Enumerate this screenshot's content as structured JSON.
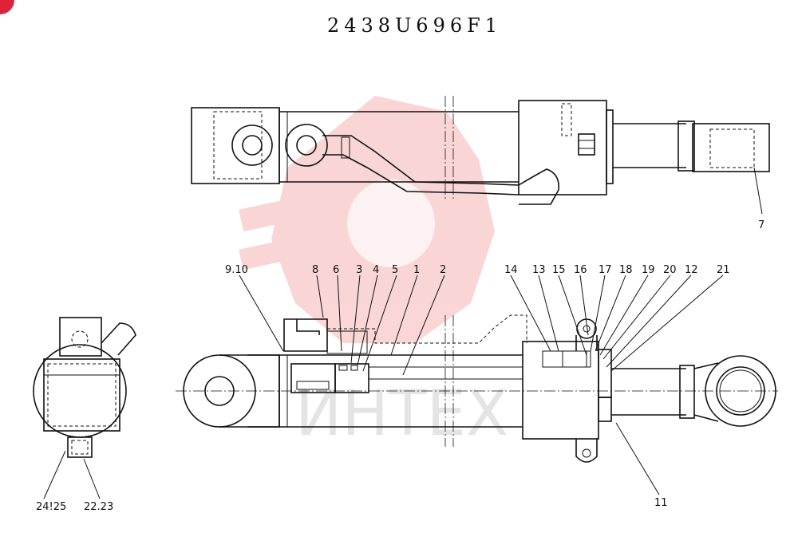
{
  "title": "2438U696F1",
  "watermark": {
    "text": "ИНТЕХ",
    "logo_color": "#f3a3a3",
    "text_color": "#cfcfcf"
  },
  "badge_color": "#e0213b",
  "callouts": {
    "c7": "7",
    "c9_10": "9.10",
    "c8": "8",
    "c6": "6",
    "c3": "3",
    "c4": "4",
    "c5": "5",
    "c1": "1",
    "c2": "2",
    "c14": "14",
    "c13": "13",
    "c15": "15",
    "c16": "16",
    "c17": "17",
    "c18": "18",
    "c19": "19",
    "c20": "20",
    "c12": "12",
    "c21": "21",
    "c11": "11",
    "c24_25": "24!25",
    "c22_23": "22.23"
  }
}
